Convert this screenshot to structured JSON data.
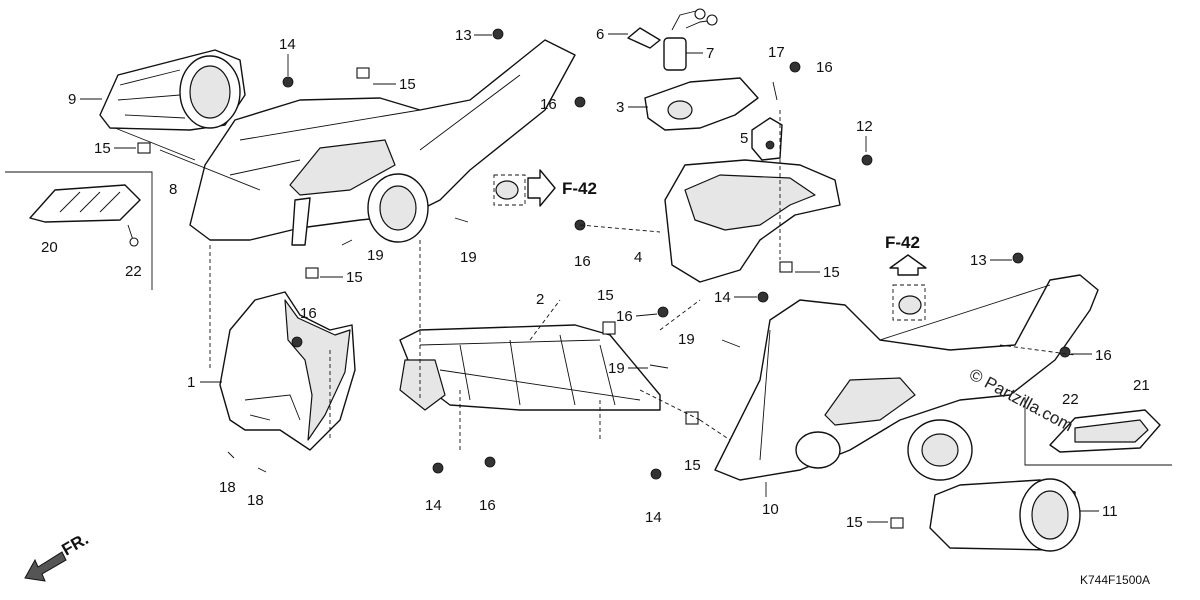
{
  "callouts": {
    "c1": "1",
    "c2": "2",
    "c3": "3",
    "c4": "4",
    "c5": "5",
    "c6": "6",
    "c7": "7",
    "c8": "8",
    "c9": "9",
    "c10": "10",
    "c11": "11",
    "c12": "12",
    "c13a": "13",
    "c13b": "13",
    "c14a": "14",
    "c14b": "14",
    "c14c": "14",
    "c14d": "14",
    "c15a": "15",
    "c15b": "15",
    "c15c": "15",
    "c15d": "15",
    "c15e": "15",
    "c15f": "15",
    "c15g": "15",
    "c16a": "16",
    "c16b": "16",
    "c16c": "16",
    "c16d": "16",
    "c16e": "16",
    "c16f": "16",
    "c16g": "16",
    "c17": "17",
    "c18a": "18",
    "c18b": "18",
    "c19a": "19",
    "c19b": "19",
    "c19c": "19",
    "c19d": "19",
    "c20": "20",
    "c21": "21",
    "c22a": "22",
    "c22b": "22"
  },
  "references": {
    "f42a": "F-42",
    "f42b": "F-42"
  },
  "direction_label": "FR.",
  "diagram_code": "K744F1500A",
  "watermark": "© Partzilla.com"
}
